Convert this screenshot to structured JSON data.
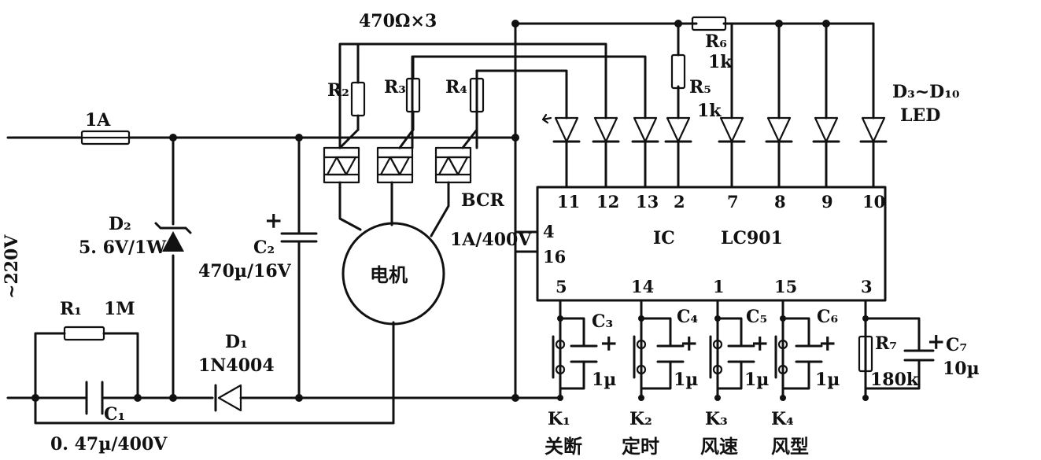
{
  "labels": {
    "fuse": "1A",
    "mains": "~220V",
    "r1_name": "R₁",
    "r1_value": "1M",
    "c1_name": "C₁",
    "c1_value": "0. 47µ/400V",
    "d1_name": "D₁",
    "d1_part": "1N4004",
    "d2_name": "D₂",
    "d2_value": "5. 6V/1W",
    "c2_name": "C₂",
    "c2_value": "470µ/16V",
    "plus": "+",
    "r_group": "470Ω×3",
    "r2_name": "R₂",
    "r3_name": "R₃",
    "r4_name": "R₄",
    "bcr": "BCR",
    "bcr_rating": "1A/400V",
    "motor": "电机",
    "r6_name": "R₆",
    "r6_value": "1k",
    "r5_name": "R₅",
    "r5_value": "1k",
    "led_range": "D₃~D₁₀",
    "led": "LED",
    "ic": "IC",
    "ic_part": "LC901",
    "c3_name": "C₃",
    "c4_name": "C₄",
    "c5_name": "C₅",
    "c6_name": "C₆",
    "c7_name": "C₇",
    "cap_1u": "1µ",
    "r7_name": "R₇",
    "r7_value": "180k",
    "c7_value": "10µ",
    "k1_name": "K₁",
    "k2_name": "K₂",
    "k3_name": "K₃",
    "k4_name": "K₄",
    "k1_func": "关断",
    "k2_func": "定时",
    "k3_func": "风速",
    "k4_func": "风型"
  },
  "pins": {
    "top": [
      "11",
      "12",
      "13",
      "2",
      "7",
      "8",
      "9",
      "10"
    ],
    "left": [
      "4",
      "16"
    ],
    "bottom": [
      "5",
      "14",
      "1",
      "15",
      "3"
    ]
  }
}
